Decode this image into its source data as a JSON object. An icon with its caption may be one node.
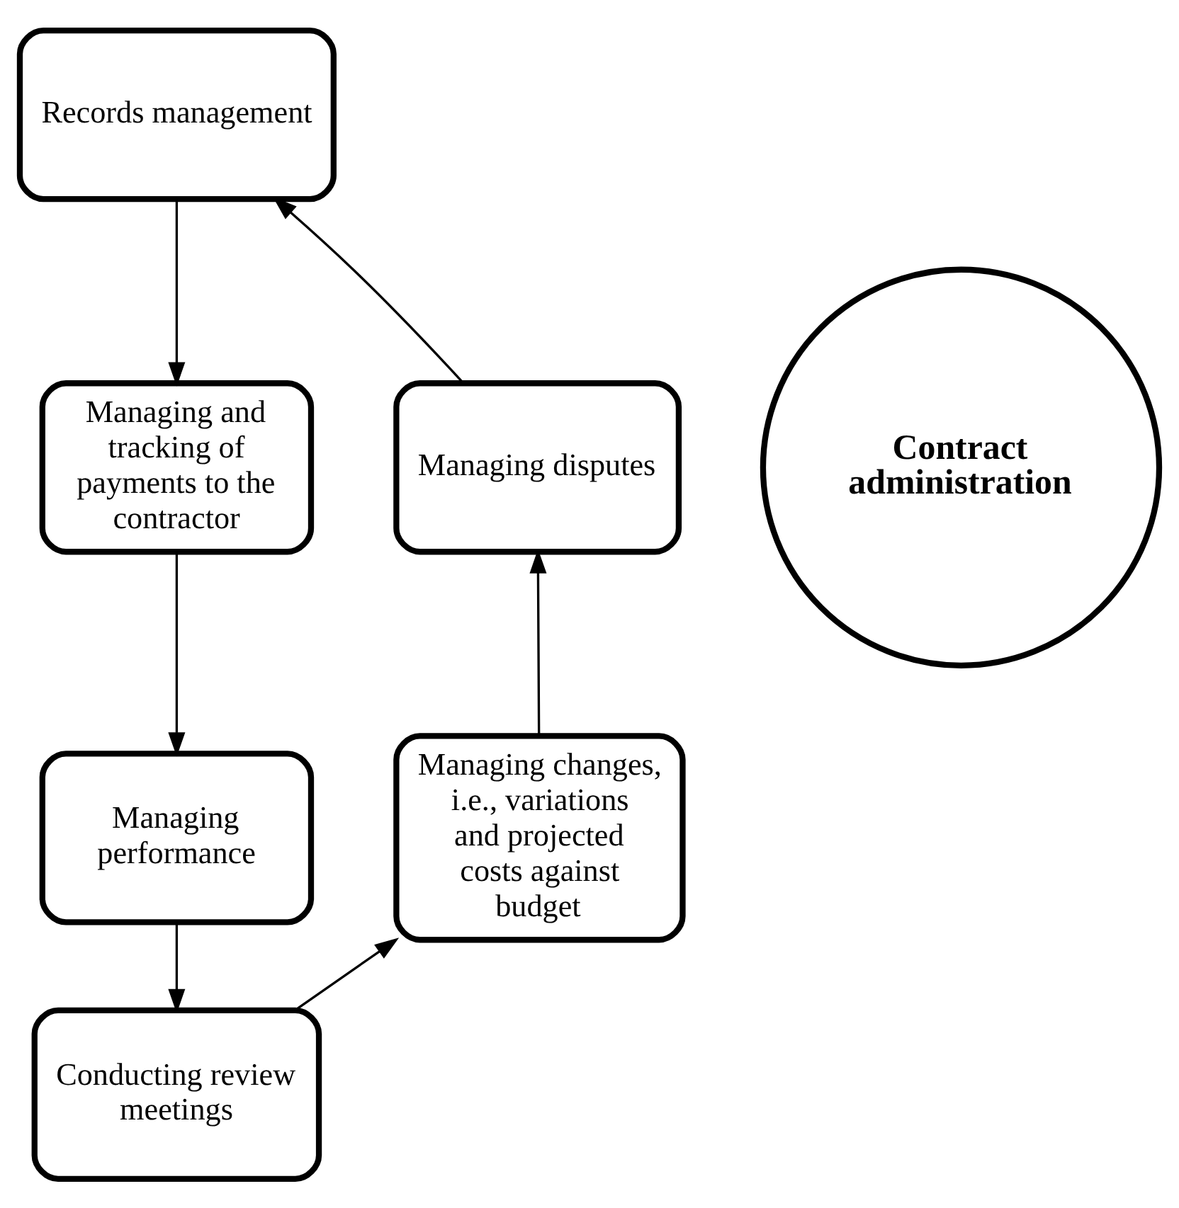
{
  "diagram": {
    "nodes": [
      {
        "text": [
          "Records management"
        ]
      },
      {
        "text": [
          "Managing and tracking of payments to the contractor"
        ]
      },
      {
        "text": [
          "Managing performance"
        ]
      },
      {
        "text": [
          "Conducting review meetings"
        ]
      },
      {
        "text": [
          "Managing changes, i.e., variations and projected costs against budget"
        ]
      },
      {
        "text": [
          "Managing disputes"
        ]
      },
      {
        "text": [
          "Contract administration"
        ]
      }
    ],
    "edges": [
      {
        "from": 0,
        "to": 1,
        "arrow": "to"
      },
      {
        "from": 1,
        "to": 2,
        "arrow": "to"
      },
      {
        "from": 2,
        "to": 3,
        "arrow": "to"
      },
      {
        "from": 3,
        "to": 4,
        "arrow": "to"
      },
      {
        "from": 4,
        "to": 5,
        "arrow": "to"
      },
      {
        "from": 5,
        "to": 0,
        "arrow": "to"
      }
    ]
  }
}
